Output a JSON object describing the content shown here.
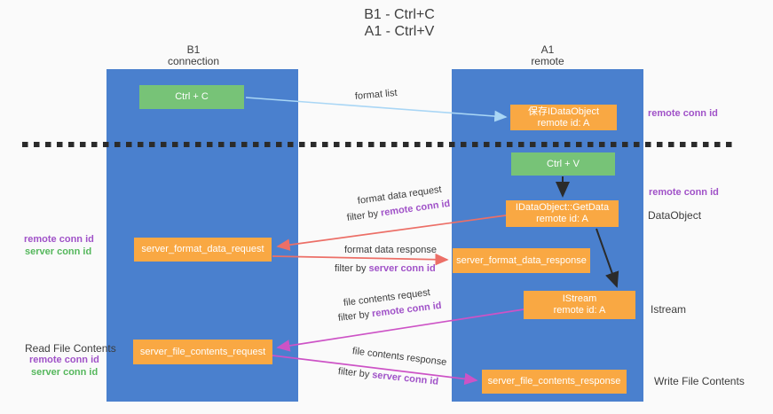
{
  "title": [
    "B1 - Ctrl+C",
    "A1 - Ctrl+V"
  ],
  "lanes": {
    "left": {
      "name": "B1",
      "role": "connection"
    },
    "right": {
      "name": "A1",
      "role": "remote"
    }
  },
  "nodes": {
    "ctrl_c": {
      "label": "Ctrl + C"
    },
    "ctrl_v": {
      "label": "Ctrl + V"
    },
    "save_obj": {
      "line1": "保存IDataObject",
      "line2": "remote id: A"
    },
    "getdata": {
      "line1": "IDataObject::GetData",
      "line2": "remote id: A"
    },
    "istream": {
      "line1": "IStream",
      "line2": "remote id: A"
    },
    "fmt_req": {
      "label": "server_format_data_request"
    },
    "fmt_res": {
      "label": "server_format_data_response"
    },
    "file_req": {
      "label": "server_file_contents_request"
    },
    "file_res": {
      "label": "server_file_contents_response"
    }
  },
  "arrow_labels": {
    "format_list": "format list",
    "format_request": "format data request",
    "format_response": "format data response",
    "file_request": "file contents request",
    "file_response": "file contents response"
  },
  "filters": {
    "prefix": "filter by",
    "remote": "remote conn id",
    "server": "server conn id"
  },
  "side_labels": {
    "remote_conn_id": "remote conn id",
    "server_conn_id": "server conn id",
    "dataobject": "DataObject",
    "istream": "Istream",
    "read_file": "Read File Contents",
    "write_file": "Write File Contents"
  },
  "colors": {
    "lane_blue": "#4A80CE",
    "box_orange": "#F9A843",
    "box_green": "#77C377",
    "purple_text": "#A052C8",
    "green_text": "#55B75C",
    "red_arrow": "#EC6F67",
    "magenta_arrow": "#CD53C6",
    "lightblue_arrow": "#A9D6F5",
    "black_arrow": "#2B2B2B",
    "background": "#FAFAFA"
  }
}
